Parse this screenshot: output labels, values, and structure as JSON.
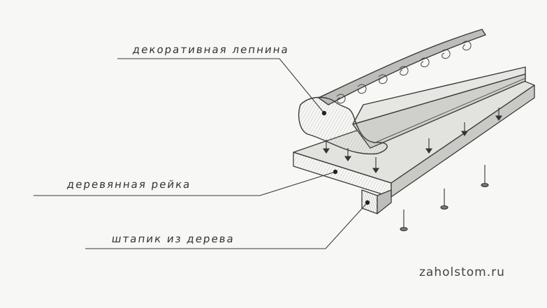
{
  "labels": {
    "molding": "декоративная лепнина",
    "slat": "деревянная рейка",
    "bead": "штапик из дерева"
  },
  "watermark": "zaholstom.ru",
  "colors": {
    "paper": "#f7f7f5",
    "pencil": "#3a3a3a",
    "shade_light": "#d9d9d6",
    "shade_mid": "#bdbdb9",
    "shade_dark": "#9b9b97"
  }
}
